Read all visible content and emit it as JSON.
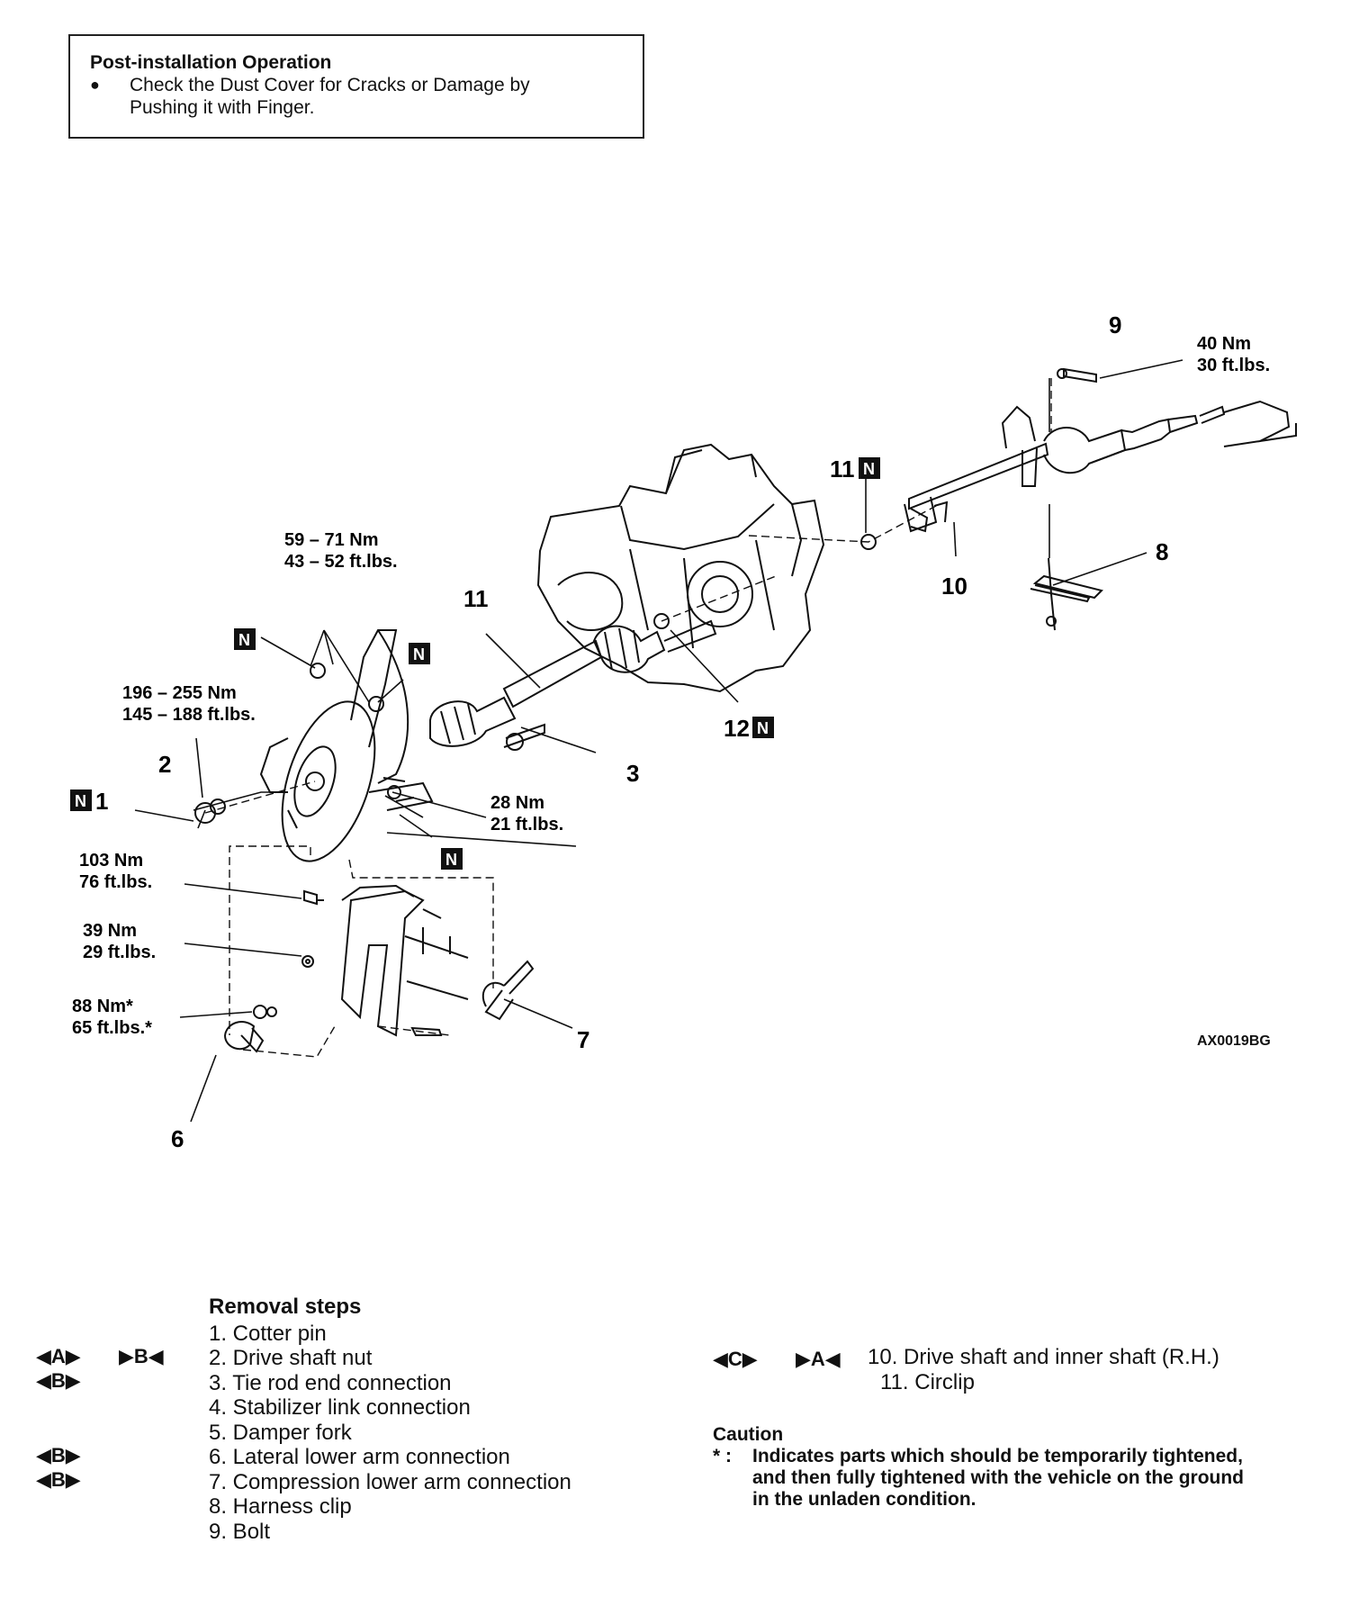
{
  "post_install": {
    "title": "Post-installation Operation",
    "bullet": "●",
    "line1": "Check the Dust Cover for Cracks or Damage by",
    "line2": "Pushing it with Finger."
  },
  "callouts": {
    "n9": "9",
    "n10": "10",
    "n11a": "11",
    "n11b": "11",
    "n12": "12",
    "n8": "8",
    "n7": "7",
    "n6": "6",
    "n3": "3",
    "n2": "2",
    "n1": "1",
    "badge": "N"
  },
  "torque": {
    "t40a": "40 Nm",
    "t40b": "30 ft.lbs.",
    "t59a": "59 – 71 Nm",
    "t59b": "43 – 52 ft.lbs.",
    "t196a": "196 – 255 Nm",
    "t196b": "145 – 188 ft.lbs.",
    "t28a": "28 Nm",
    "t28b": "21 ft.lbs.",
    "t103a": "103 Nm",
    "t103b": "76 ft.lbs.",
    "t39a": "39 Nm",
    "t39b": "29 ft.lbs.",
    "t88a": "88 Nm*",
    "t88b": "65 ft.lbs.*"
  },
  "figure_code": "AX0019BG",
  "removal": {
    "heading": "Removal steps",
    "steps": [
      "1. Cotter pin",
      "2. Drive shaft nut",
      "3. Tie rod end connection",
      "4. Stabilizer link connection",
      "5. Damper fork",
      "6. Lateral lower arm connection",
      "7. Compression lower arm connection",
      "8. Harness clip",
      "9. Bolt"
    ],
    "marks_step2_a": "◀A▶",
    "marks_step2_b": "▶B◀",
    "marks_step3": "◀B▶",
    "marks_step6": "◀B▶",
    "marks_step7": "◀B▶",
    "right_marks_c": "◀C▶",
    "right_marks_a": "▶A◀",
    "step10": "10. Drive shaft and inner shaft (R.H.)",
    "step11": "11. Circlip"
  },
  "caution": {
    "title": "Caution",
    "star": "* :",
    "line1": "Indicates parts which should be temporarily tightened,",
    "line2": "and then fully tightened with the vehicle on the ground",
    "line3": "in the unladen condition."
  }
}
